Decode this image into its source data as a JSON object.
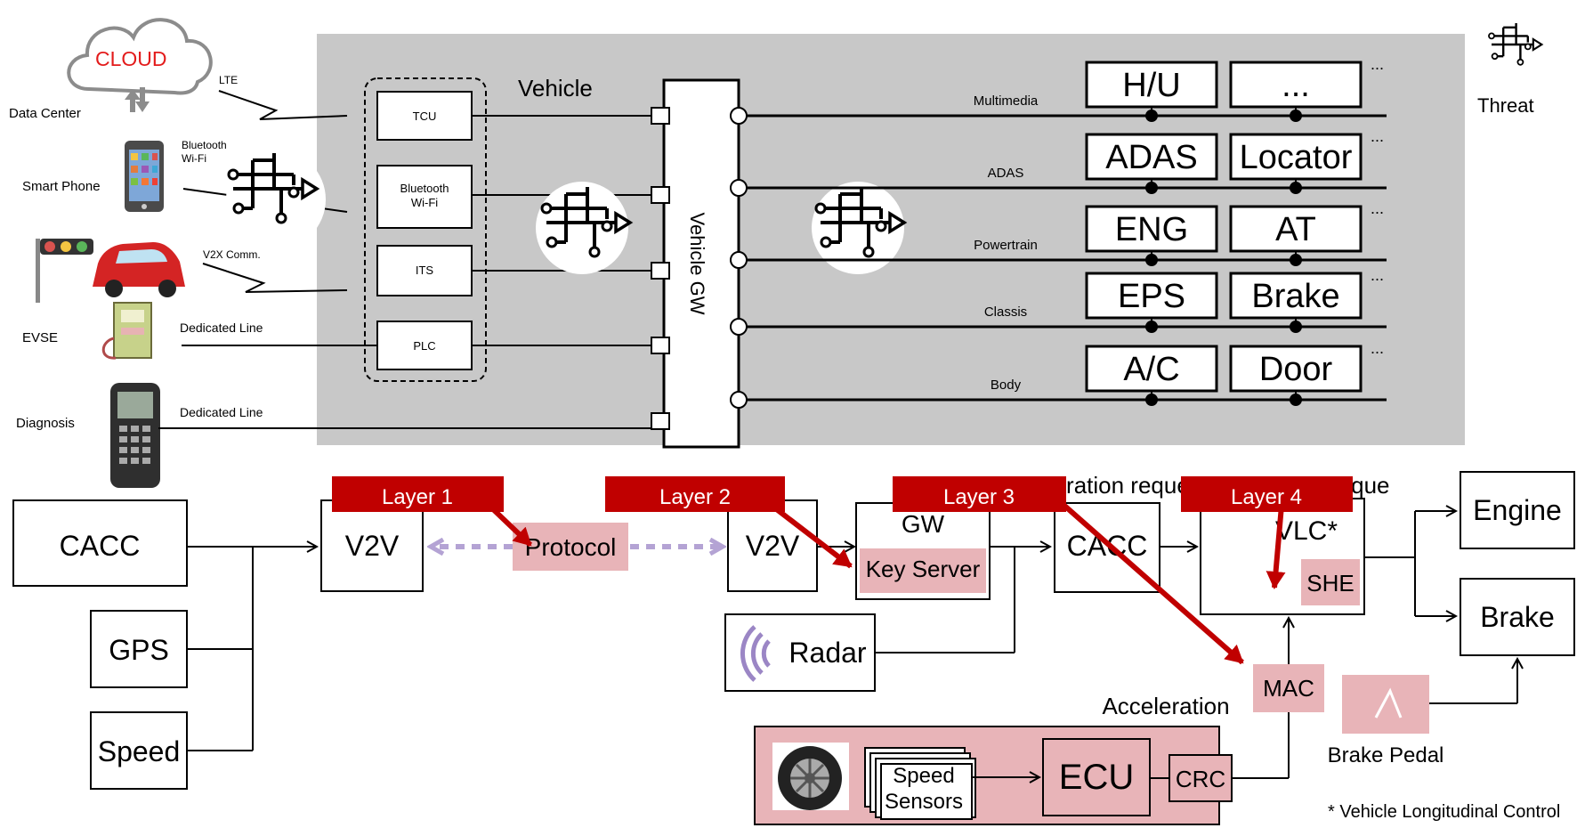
{
  "external": {
    "cloud": "CLOUD",
    "data_center": "Data Center",
    "lte": "LTE",
    "bluetooth": "Bluetooth",
    "wifi": "Wi-Fi",
    "smart_phone": "Smart Phone",
    "v2x": "V2X Comm.",
    "evse": "EVSE",
    "dedicated_line_1": "Dedicated  Line",
    "diagnosis": "Diagnosis",
    "dedicated_line_2": "Dedicated  Line"
  },
  "vehicle": {
    "title": "Vehicle",
    "gateway": "Vehicle GW",
    "modules": {
      "tcu": "TCU",
      "bt_line1": "Bluetooth",
      "bt_line2": "Wi-Fi",
      "its": "ITS",
      "plc": "PLC"
    },
    "buses": [
      "Multimedia",
      "ADAS",
      "Powertrain",
      "Classis",
      "Body"
    ],
    "ecus": [
      [
        "H/U",
        "..."
      ],
      [
        "ADAS",
        "Locator"
      ],
      [
        "ENG",
        "AT"
      ],
      [
        "EPS",
        "Brake"
      ],
      [
        "A/C",
        "Door"
      ]
    ],
    "more": "..."
  },
  "legend": {
    "threat": "Threat"
  },
  "bottom": {
    "cacc_left": "CACC",
    "gps": "GPS",
    "speed": "Speed",
    "v2v_1": "V2V",
    "protocol": "Protocol",
    "v2v_2": "V2V",
    "gw": "GW",
    "key_server": "Key Server",
    "radar": "Radar",
    "accel_request": "Acceleration request",
    "torque": "Torque",
    "cacc_right": "CACC",
    "vlc": "VLC*",
    "she": "SHE",
    "engine": "Engine",
    "brake": "Brake",
    "mac": "MAC",
    "acceleration": "Acceleration",
    "speed_sensors_1": "Speed",
    "speed_sensors_2": "Sensors",
    "ecu": "ECU",
    "crc": "CRC",
    "brake_pedal": "Brake Pedal",
    "footnote": "* Vehicle Longitudinal Control"
  },
  "layers": [
    "Layer 1",
    "Layer 2",
    "Layer 3",
    "Layer 4"
  ],
  "colors": {
    "gray_panel": "#c8c8c8",
    "layer_red": "#c00000",
    "pink": "#e8b4b8",
    "cloud_red": "#e31b1b",
    "dashed_arrow": "#b4a3d4",
    "radar": "#9b86c5"
  }
}
